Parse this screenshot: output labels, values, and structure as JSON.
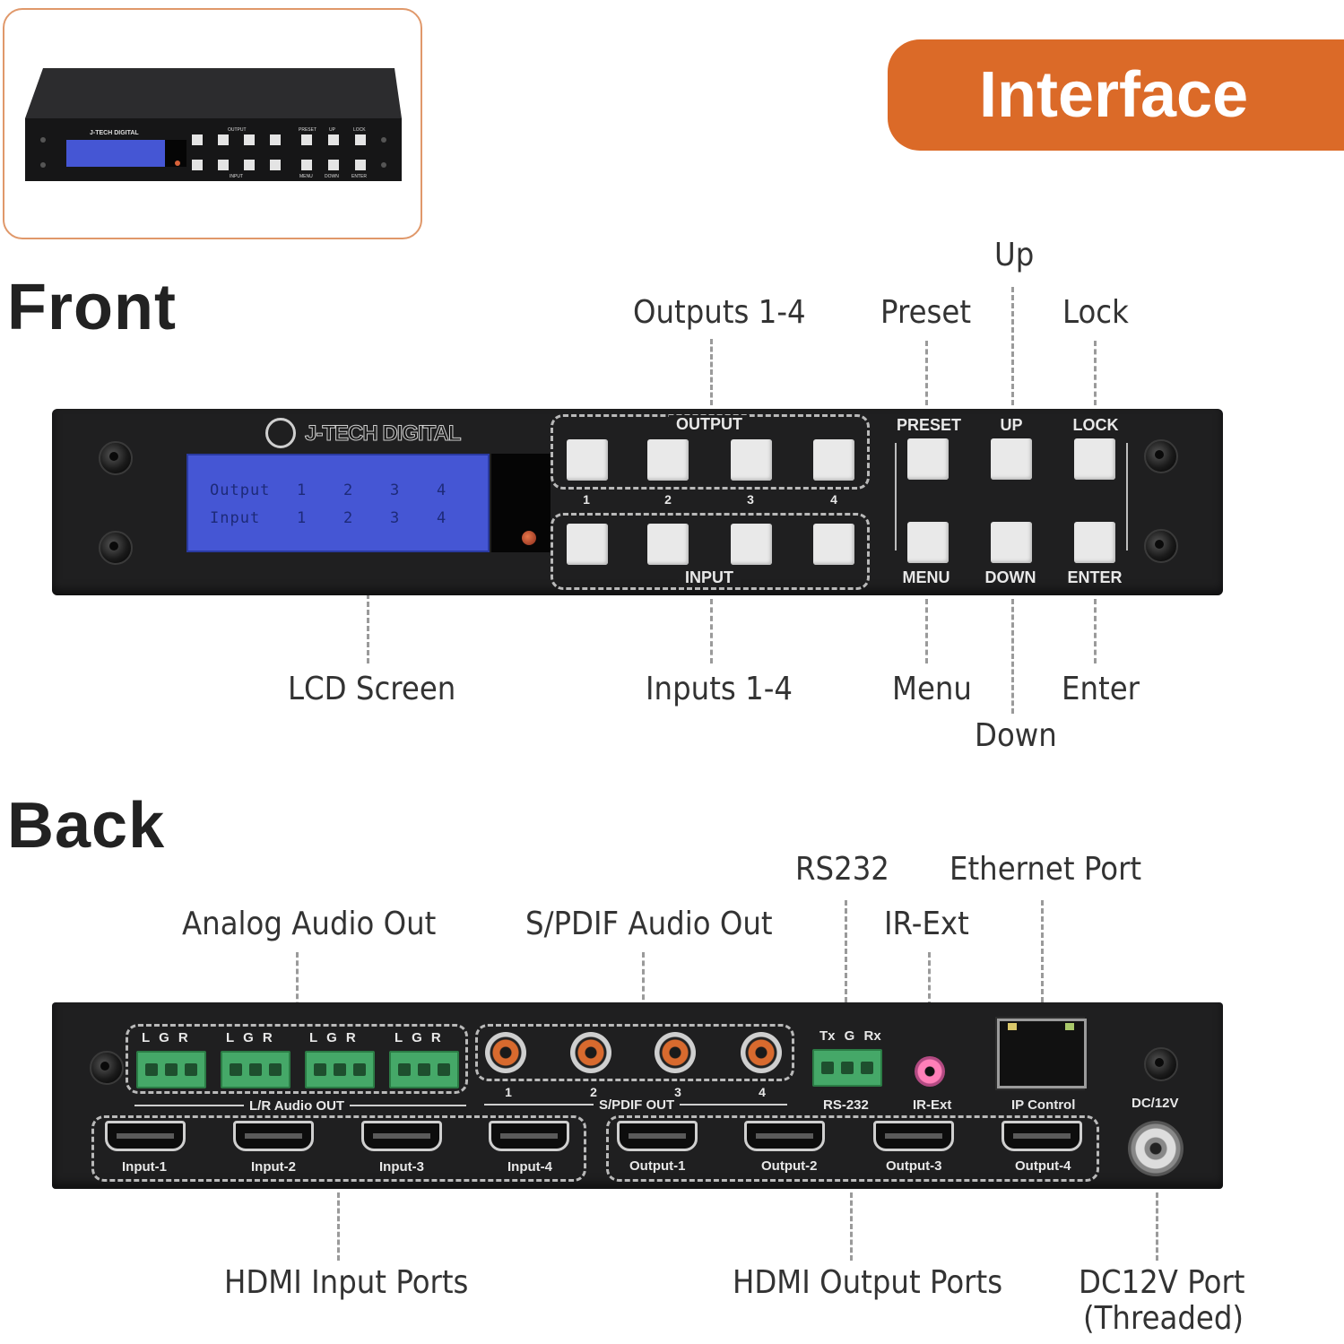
{
  "badge": {
    "text": "Interface"
  },
  "thumbnail": {
    "brand": "J-TECH DIGITAL",
    "output_label": "OUTPUT",
    "input_label": "INPUT",
    "preset_label": "PRESET",
    "up_label": "UP",
    "lock_label": "LOCK",
    "menu_label": "MENU",
    "down_label": "DOWN",
    "enter_label": "ENTER"
  },
  "front": {
    "title": "Front",
    "callouts": {
      "outputs": "Outputs 1-4",
      "preset": "Preset",
      "up": "Up",
      "lock": "Lock",
      "lcd": "LCD Screen",
      "inputs": "Inputs 1-4",
      "menu": "Menu",
      "down": "Down",
      "enter": "Enter"
    },
    "panel": {
      "brand": "J-TECH DIGITAL",
      "lcd_row1_label": "Output",
      "lcd_row2_label": "Input",
      "lcd_values": [
        "1",
        "2",
        "3",
        "4"
      ],
      "output_label": "OUTPUT",
      "input_label": "INPUT",
      "button_numbers": [
        "1",
        "2",
        "3",
        "4"
      ],
      "preset_label": "PRESET",
      "up_label": "UP",
      "lock_label": "LOCK",
      "menu_label": "MENU",
      "down_label": "DOWN",
      "enter_label": "ENTER"
    }
  },
  "back": {
    "title": "Back",
    "callouts": {
      "analog": "Analog Audio Out",
      "spdif": "S/PDIF Audio Out",
      "rs232": "RS232",
      "irext": "IR-Ext",
      "ethernet": "Ethernet Port",
      "hdmi_in": "HDMI Input Ports",
      "hdmi_out": "HDMI Output Ports",
      "dc_line1": "DC12V Port",
      "dc_line2": "(Threaded)"
    },
    "panel": {
      "lgr": "LGR",
      "lr_audio_out": "L/R Audio OUT",
      "spdif_out": "S/PDIF OUT",
      "spdif_numbers": [
        "1",
        "2",
        "3",
        "4"
      ],
      "txgrx": "Tx G Rx",
      "rs232_label": "RS-232",
      "irext_label": "IR-Ext",
      "ip_control": "IP Control",
      "dc_label": "DC/12V",
      "inputs": [
        "Input-1",
        "Input-2",
        "Input-3",
        "Input-4"
      ],
      "outputs": [
        "Output-1",
        "Output-2",
        "Output-3",
        "Output-4"
      ]
    }
  }
}
